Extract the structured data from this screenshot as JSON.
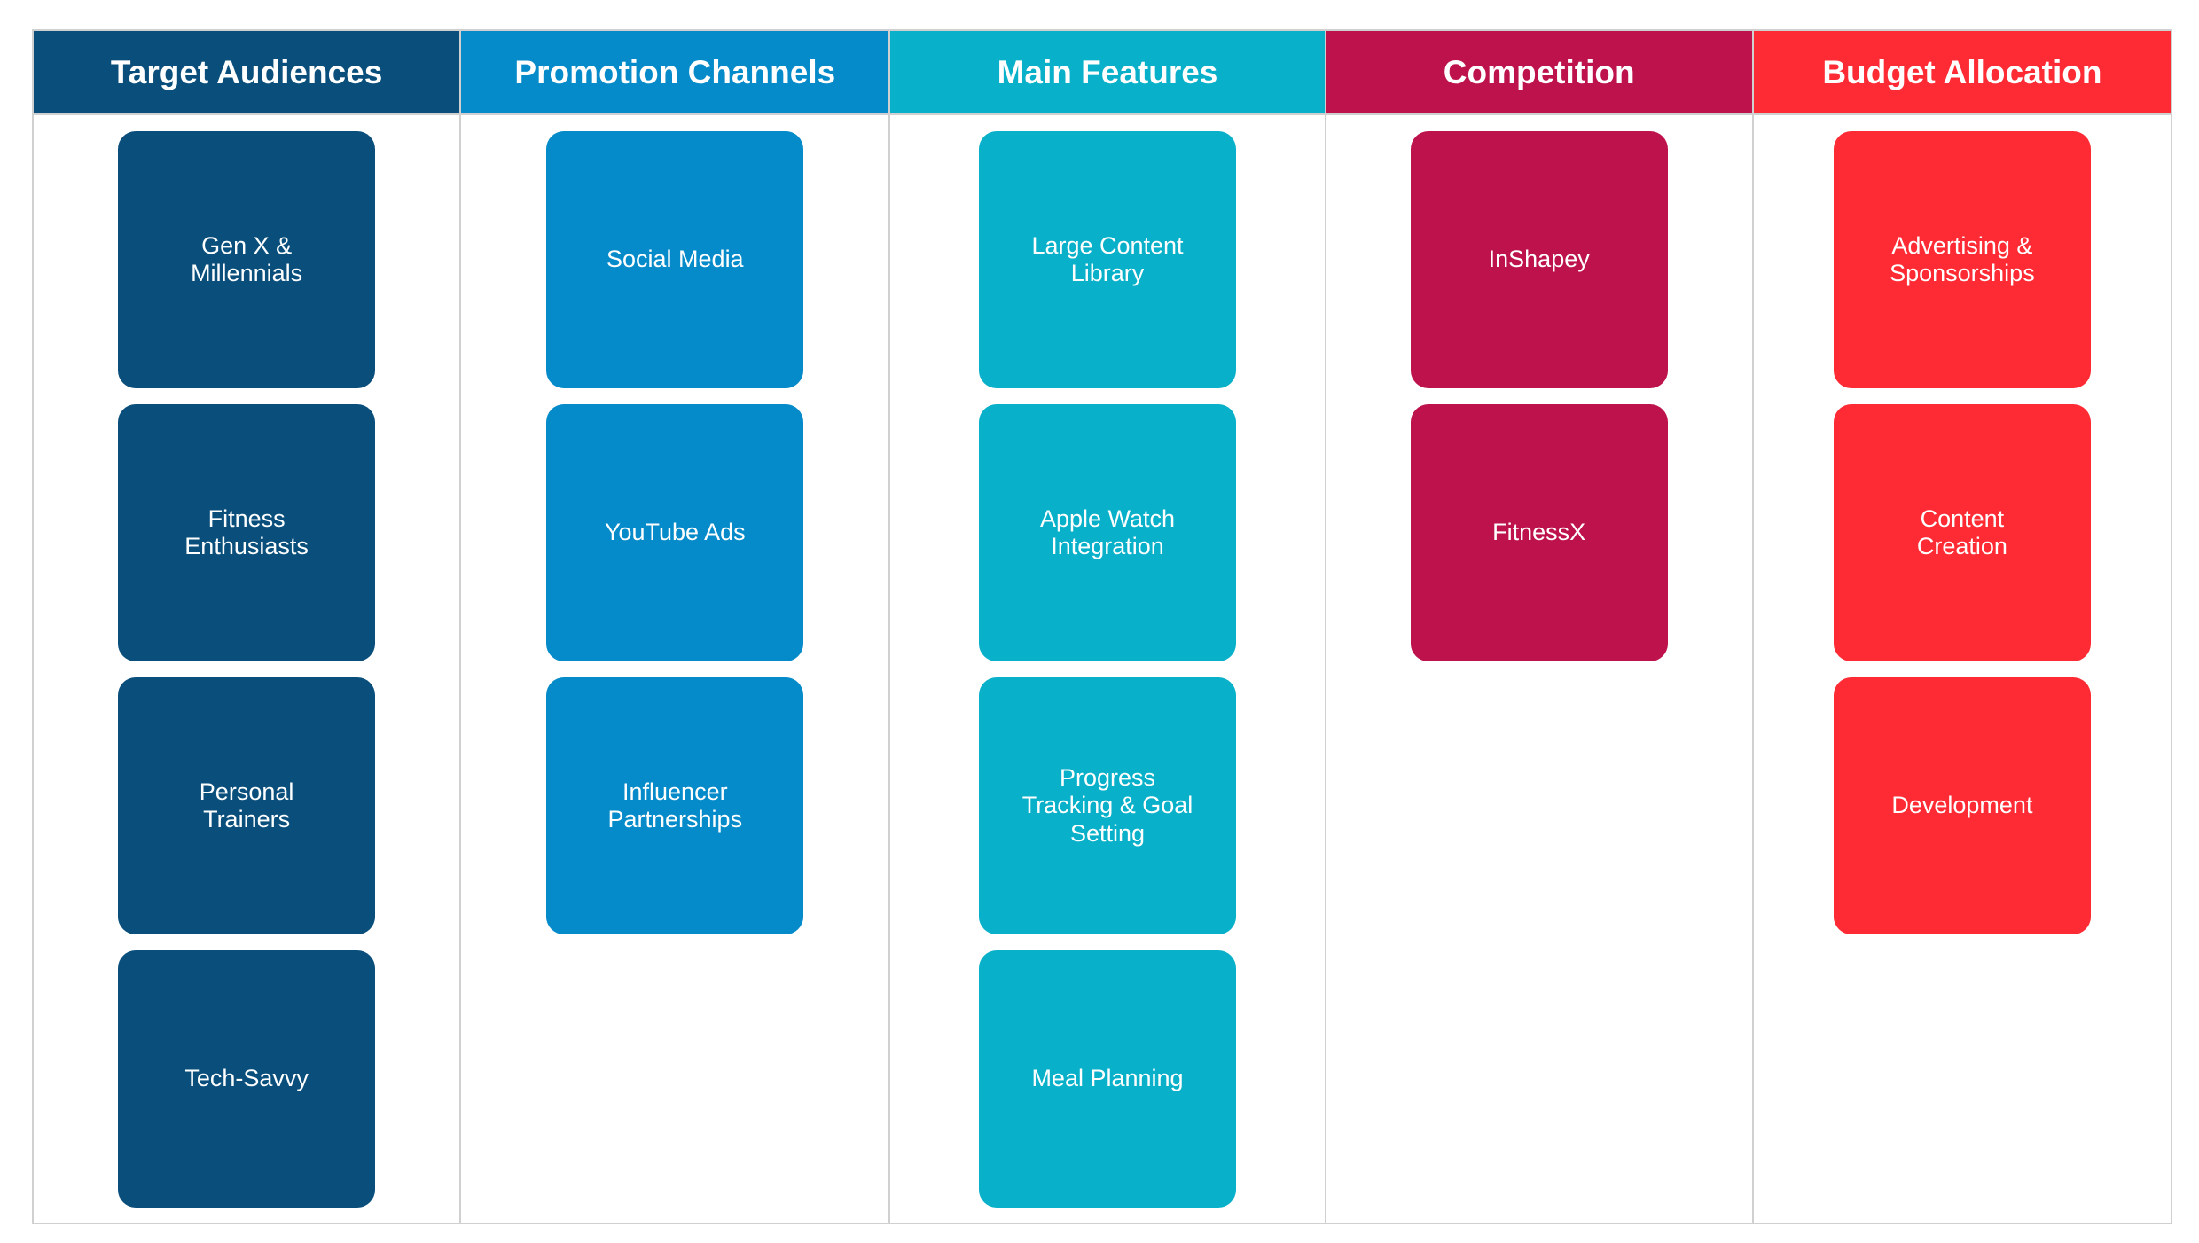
{
  "columns": [
    {
      "title": "Target Audiences",
      "color": "#0a4f7c",
      "cards": [
        "Gen X & Millennials",
        "Fitness Enthusiasts",
        "Personal Trainers",
        "Tech-Savvy"
      ]
    },
    {
      "title": "Promotion Channels",
      "color": "#058bc9",
      "cards": [
        "Social Media",
        "YouTube Ads",
        "Influencer Partnerships"
      ]
    },
    {
      "title": "Main Features",
      "color": "#08b1c9",
      "cards": [
        "Large Content Library",
        "Apple Watch Integration",
        "Progress Tracking & Goal Setting",
        "Meal Planning"
      ]
    },
    {
      "title": "Competition",
      "color": "#bd124b",
      "cards": [
        "InShapey",
        "FitnessX"
      ]
    },
    {
      "title": "Budget Allocation",
      "color": "#ff2b34",
      "cards": [
        "Advertising & Sponsorships",
        "Content Creation",
        "Development"
      ]
    }
  ]
}
